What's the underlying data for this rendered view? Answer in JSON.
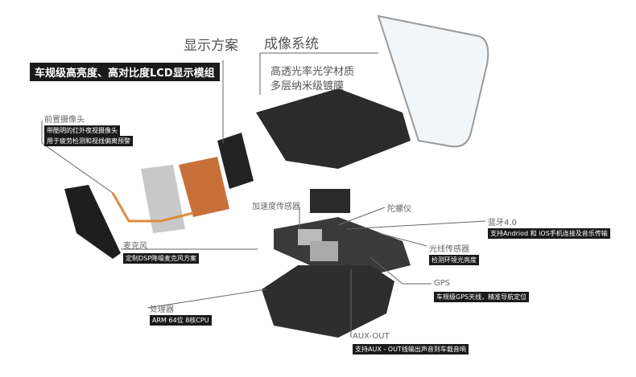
{
  "display": {
    "title": "显示方案",
    "banner": "车规级高亮度、高对比度LCD显示模组"
  },
  "imaging": {
    "title": "成像系统",
    "lines": [
      "高透光率光学材质",
      "多层纳米级镀膜"
    ]
  },
  "camera": {
    "label": "前置摄像头",
    "notes": [
      "带酷明的红外夜视摄像头",
      "用于疲劳检测和视线偏离预警"
    ]
  },
  "accelerometer": {
    "label": "加速度传感器"
  },
  "gyroscope": {
    "label": "陀螺仪"
  },
  "bluetooth": {
    "label": "蓝牙4.0",
    "note": "支持Andriod 和 iOS手机连接及音乐传输"
  },
  "light_sensor": {
    "label": "光线传感器",
    "note": "检测环境光亮度"
  },
  "gps": {
    "label": "GPS",
    "note": "车规级GPS天线，精准导航定位"
  },
  "aux": {
    "label": "AUX-OUT",
    "note": "支持AUX - OUT线输出声音到车载音响"
  },
  "mic": {
    "label": "麦克风",
    "note": "定制DSP降噪麦克风方案"
  },
  "cpu": {
    "label": "处理器",
    "note": "ARM 64位 8核CPU"
  }
}
